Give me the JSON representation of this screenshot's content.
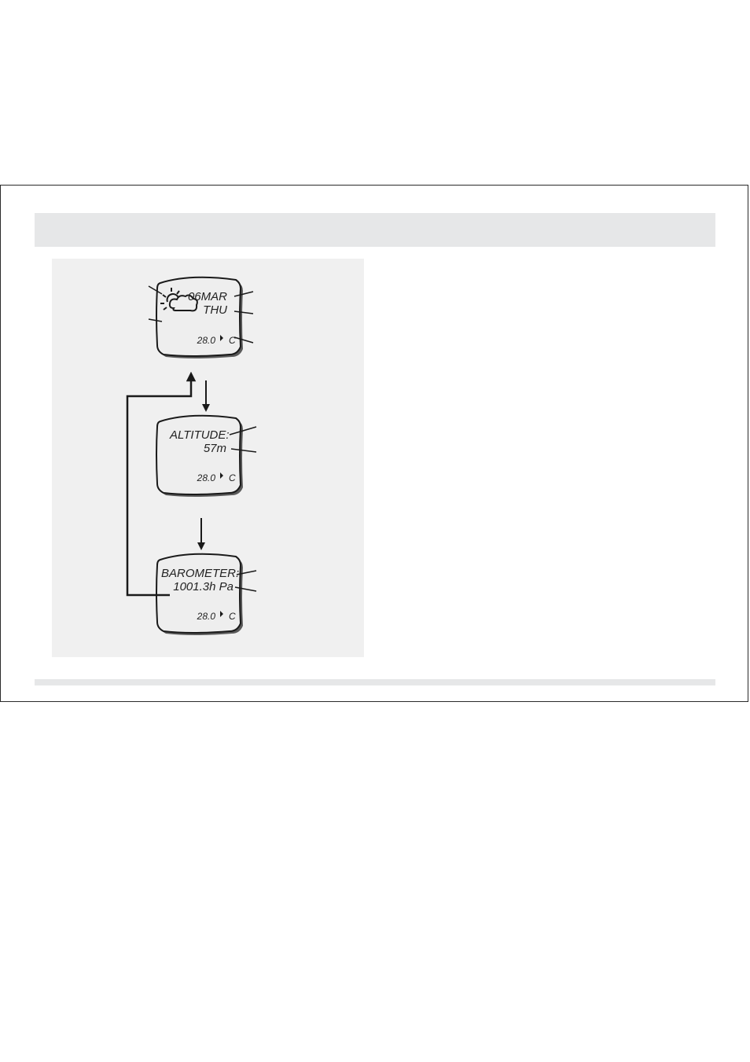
{
  "screens": {
    "date": {
      "date": "06MAR",
      "day": "THU",
      "temp_value": "28.0",
      "temp_unit": "C"
    },
    "altitude": {
      "label": "ALTITUDE:",
      "value": "57m",
      "temp_value": "28.0",
      "temp_unit": "C"
    },
    "barometer": {
      "label": "BAROMETER:",
      "value": "1001.3h Pa",
      "temp_value": "28.0",
      "temp_unit": "C"
    }
  },
  "icons": {
    "weather": "sun-cloud-icon"
  },
  "colors": {
    "panel": "#f0f0f0",
    "bars": "#e6e7e8",
    "lcd": "#eeeeee",
    "ink": "#222222"
  }
}
